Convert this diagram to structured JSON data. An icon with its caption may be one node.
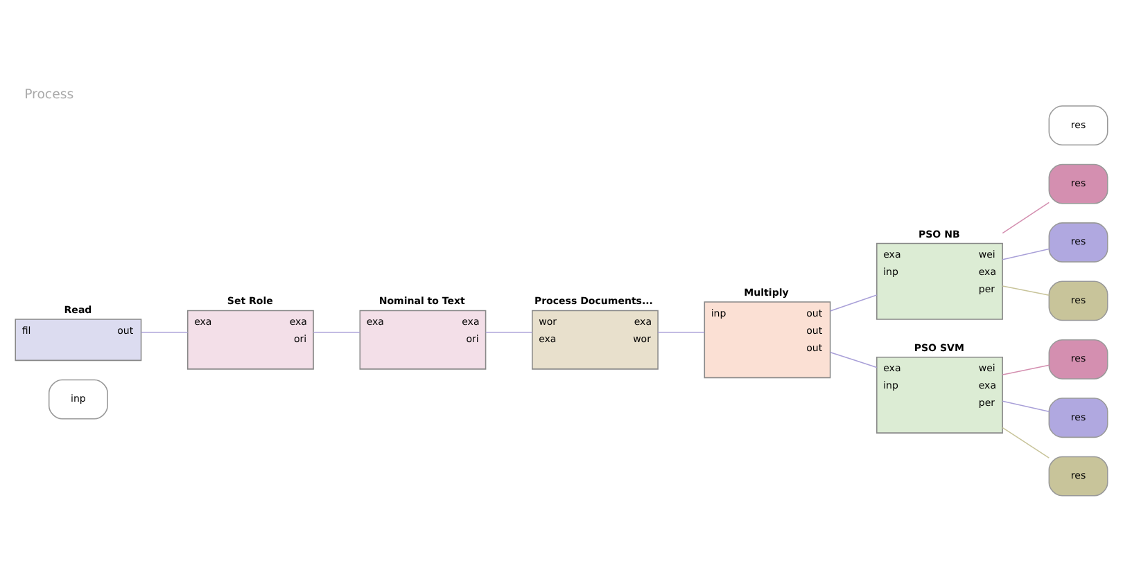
{
  "diagram": {
    "title": "Process",
    "nodes": [
      {
        "text": [
          "inp"
        ]
      },
      {
        "text": [
          "Read",
          "fil",
          "out"
        ]
      },
      {
        "text": [
          "Nominal to Text",
          "exa",
          "exa",
          "ori"
        ]
      },
      {
        "text": [
          "Process Documents...",
          "wor",
          "exa",
          "exa",
          "wor"
        ]
      },
      {
        "text": [
          "Set Role",
          "exa",
          "exa",
          "ori"
        ]
      },
      {
        "text": [
          "Multiply",
          "inp",
          "out",
          "out",
          "out"
        ]
      },
      {
        "text": [
          "PSO NB",
          "exa",
          "inp",
          "wei",
          "exa",
          "per"
        ]
      },
      {
        "text": [
          "PSO SVM",
          "exa",
          "inp",
          "wei",
          "exa",
          "per"
        ]
      },
      {
        "text": [
          "res"
        ]
      },
      {
        "text": [
          "res"
        ]
      },
      {
        "text": [
          "res"
        ]
      },
      {
        "text": [
          "res"
        ]
      },
      {
        "text": [
          "res"
        ]
      },
      {
        "text": [
          "res"
        ]
      },
      {
        "text": [
          "res"
        ]
      }
    ],
    "edges": [
      {
        "from": 1,
        "to": 4,
        "arrow": "none"
      },
      {
        "from": 4,
        "to": 2,
        "arrow": "none"
      },
      {
        "from": 2,
        "to": 3,
        "arrow": "none"
      },
      {
        "from": 3,
        "to": 5,
        "arrow": "none"
      },
      {
        "from": 5,
        "to": 6,
        "arrow": "none"
      },
      {
        "from": 5,
        "to": 7,
        "arrow": "none"
      },
      {
        "from": 6,
        "to": 8,
        "arrow": "none",
        "color": "#d48fb0"
      },
      {
        "from": 6,
        "to": 9,
        "arrow": "none"
      },
      {
        "from": 7,
        "to": 10,
        "arrow": "none",
        "color": "#d48fb0"
      },
      {
        "from": 7,
        "to": 11,
        "arrow": "none"
      },
      {
        "from": 6,
        "to": 12,
        "arrow": "none",
        "color": "#c8c49a"
      },
      {
        "from": 7,
        "to": 13,
        "arrow": "none",
        "color": "#c8c49a"
      }
    ]
  }
}
